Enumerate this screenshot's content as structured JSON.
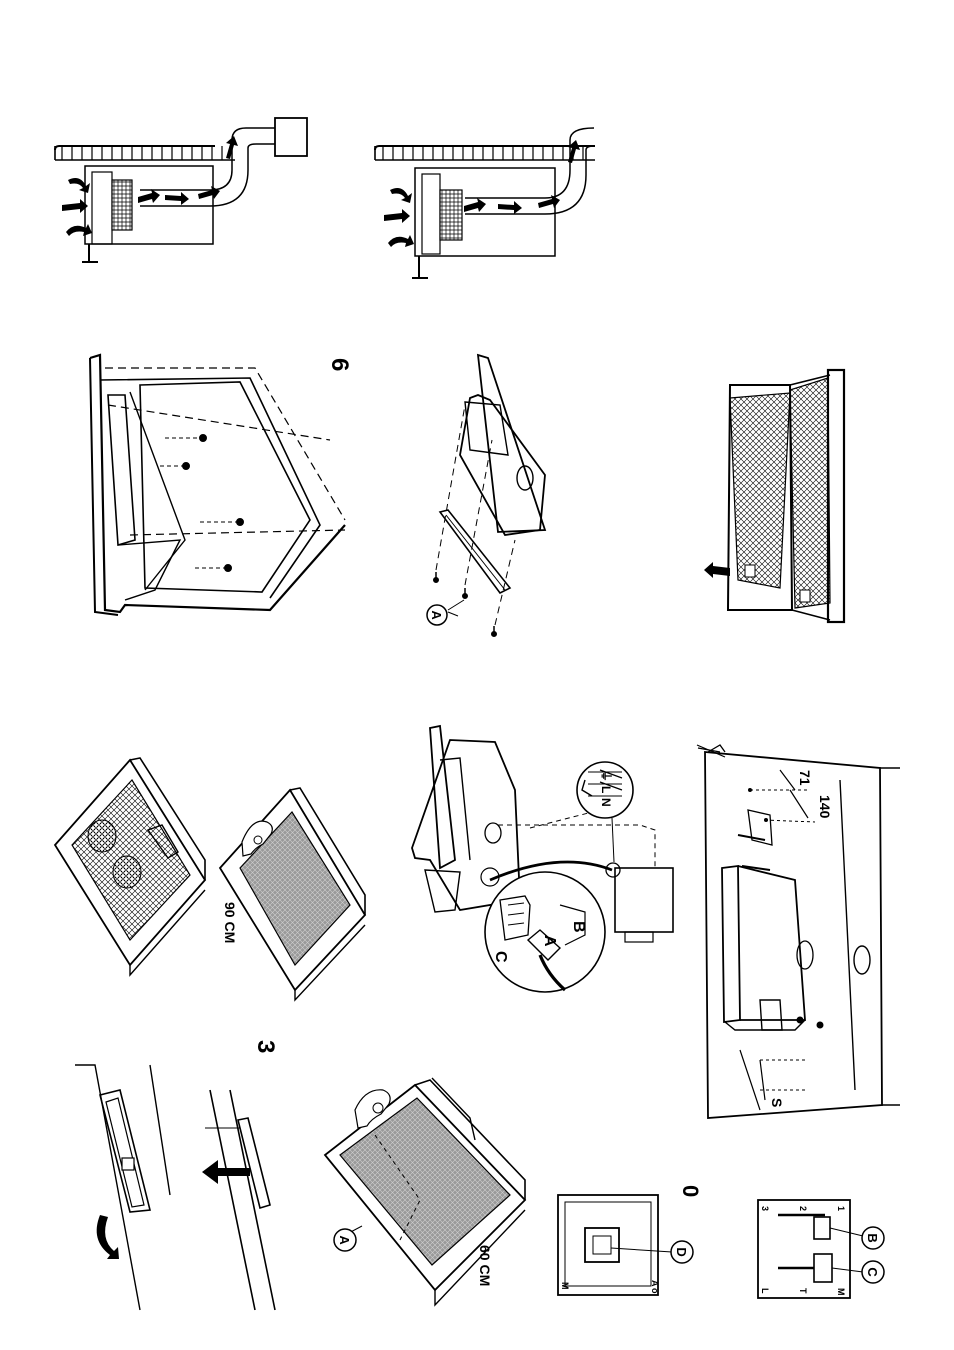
{
  "figures": {
    "fig3": {
      "number": "3"
    },
    "fig6": {
      "number": "6"
    },
    "fig10": {
      "number": "0"
    }
  },
  "sizes": {
    "cm60": "60 CM",
    "cm90": "90 CM"
  },
  "callouts": {
    "a_filter": "A",
    "a_screws": "A",
    "a_plug": "A",
    "b_plug": "B",
    "c_plug": "C",
    "b_panel": "B",
    "c_panel": "C",
    "d_panel": "D"
  },
  "terminals": {
    "earth": "⏚",
    "l": "L",
    "n": "N"
  },
  "dimensions": {
    "d71": "71",
    "d140": "140",
    "s": "S"
  },
  "panel_d": {
    "a": "A",
    "o": "o",
    "m": "M"
  },
  "panel_bc": {
    "n1": "1",
    "n2": "2",
    "n3": "3",
    "m": "M",
    "t": "T",
    "l": "L"
  }
}
